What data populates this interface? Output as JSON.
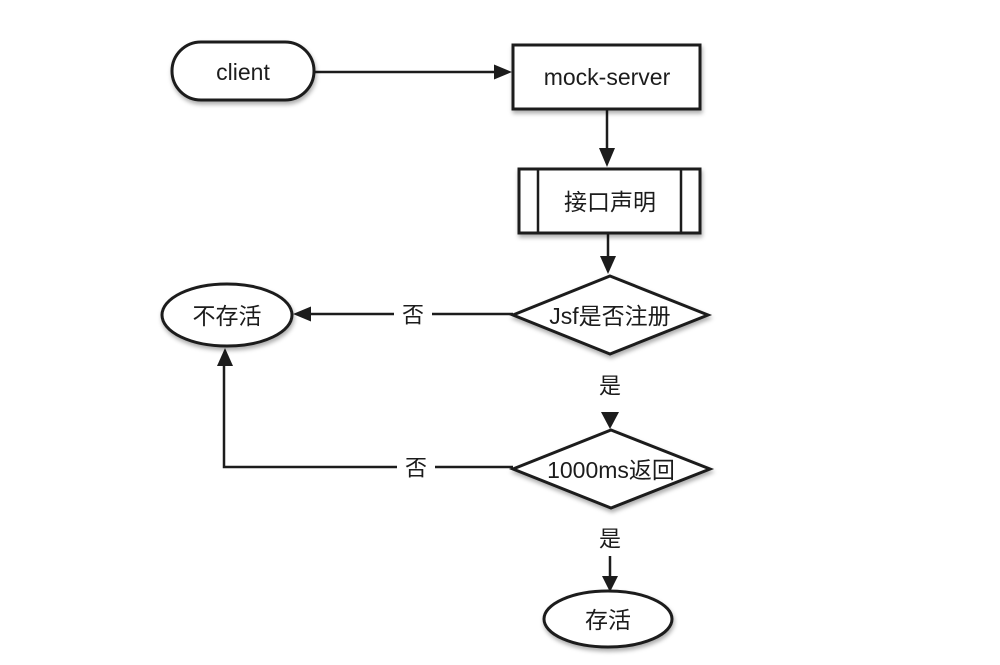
{
  "diagram": {
    "background_color": "#ffffff",
    "stroke_color": "#1c1c1c",
    "shape_fill_color": "#ffffff",
    "nodes": {
      "client": {
        "label": "client",
        "type": "terminator"
      },
      "mock_server": {
        "label": "mock-server",
        "type": "process"
      },
      "interface_decl": {
        "label": "接口声明",
        "type": "predefined-process"
      },
      "jsf_registered": {
        "label": "Jsf是否注册",
        "type": "decision"
      },
      "not_alive": {
        "label": "不存活",
        "type": "terminator"
      },
      "ms_return": {
        "label": "1000ms返回",
        "type": "decision"
      },
      "alive": {
        "label": "存活",
        "type": "terminator"
      }
    },
    "edge_labels": {
      "jsf_no": "否",
      "jsf_yes": "是",
      "ms_no": "否",
      "ms_yes": "是"
    }
  }
}
